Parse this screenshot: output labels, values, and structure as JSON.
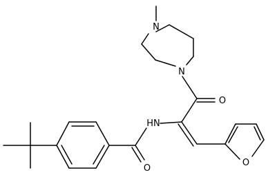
{
  "structure": {
    "atoms": {
      "n_methyl": "N",
      "n_amide_piperazine": "N",
      "o_ketone": "O",
      "nh_amide": "HN",
      "o_amide": "O",
      "o_furan": "O"
    }
  }
}
